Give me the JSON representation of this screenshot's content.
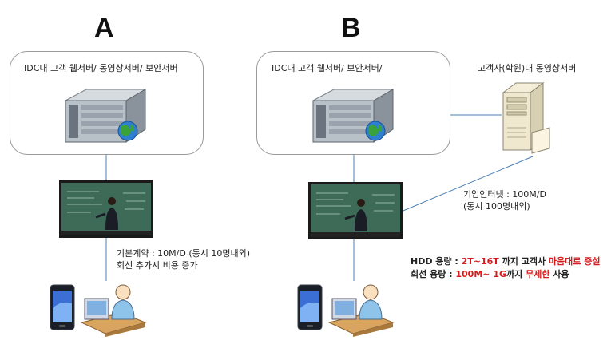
{
  "section_a": {
    "heading": "A",
    "box_label": "IDC내 고객 웹서버/ 동영상서버/ 보안서버",
    "note_line1": "기본계약 : 10M/D (동시 10명내외)",
    "note_line2": "회선 추가시 비용 증가"
  },
  "section_b": {
    "heading": "B",
    "box_label": "IDC내 고객 웹서버/ 보안서버/",
    "client_server_label": "고객사(학원)내 동영상서버",
    "internet_line1": "기업인터넷 : 100M/D",
    "internet_line2": "(동시 100명내외)",
    "hdd": {
      "prefix": "HDD 용량 : ",
      "capacity": "2T~16T",
      "middle": " 까지 고객사 ",
      "emphasis": "마음대로 증설"
    },
    "line": {
      "prefix": "회선 용량 : ",
      "capacity": "100M~ 1G",
      "middle": "까지 ",
      "emphasis": "무제한",
      "suffix": " 사용"
    }
  },
  "icons": {
    "server": "rack-server-globe-icon",
    "client_server": "desktop-tower-server-icon",
    "video": "lecture-video-monitor-icon",
    "phone": "smartphone-icon",
    "user": "user-at-computer-icon"
  },
  "colors": {
    "connector": "#4a7fb5",
    "emphasis": "#d41c1c",
    "box_border": "#9a9a9a"
  }
}
